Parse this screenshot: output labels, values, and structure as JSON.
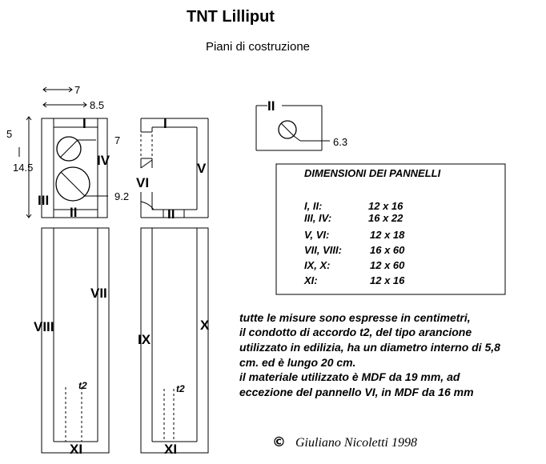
{
  "header": {
    "title": "TNT Lilliput",
    "subtitle": "Piani di costruzione"
  },
  "panels": {
    "I": "I",
    "II": "II",
    "III": "III",
    "IV": "IV",
    "V": "V",
    "VI": "VI",
    "VII": "VII",
    "VIII": "VIII",
    "IX": "IX",
    "X": "X",
    "XI": "XI"
  },
  "dimensions": {
    "d7": "7",
    "d85": "8.5",
    "d5": "5",
    "d145": "14.5",
    "hole_small": "7",
    "hole_large": "9.2",
    "port_diameter": "6.3",
    "port_label": "t2"
  },
  "table": {
    "title": "DIMENSIONI DEI PANNELLI",
    "rows": [
      {
        "panel": "I, II:",
        "size": "12 x 16"
      },
      {
        "panel": "III, IV:",
        "size": "16 x 22"
      },
      {
        "panel": "V, VI:",
        "size": "12 x 18"
      },
      {
        "panel": "VII, VIII:",
        "size": "16 x 60"
      },
      {
        "panel": "IX, X:",
        "size": "12 x 60"
      },
      {
        "panel": "XI:",
        "size": "12 x 16"
      }
    ]
  },
  "notes": [
    "tutte le misure sono espresse in centimetri,",
    "il condotto di accordo t2, del tipo arancione",
    "utilizzato in edilizia, ha un diametro interno di 5,8",
    "cm. ed è lungo 20 cm.",
    "il materiale utilizzato è MDF da 19 mm, ad",
    "eccezione del pannello VI, in MDF da 16 mm"
  ],
  "signature": {
    "copyright_symbol": "©",
    "author": "Giuliano Nicoletti 1998"
  }
}
